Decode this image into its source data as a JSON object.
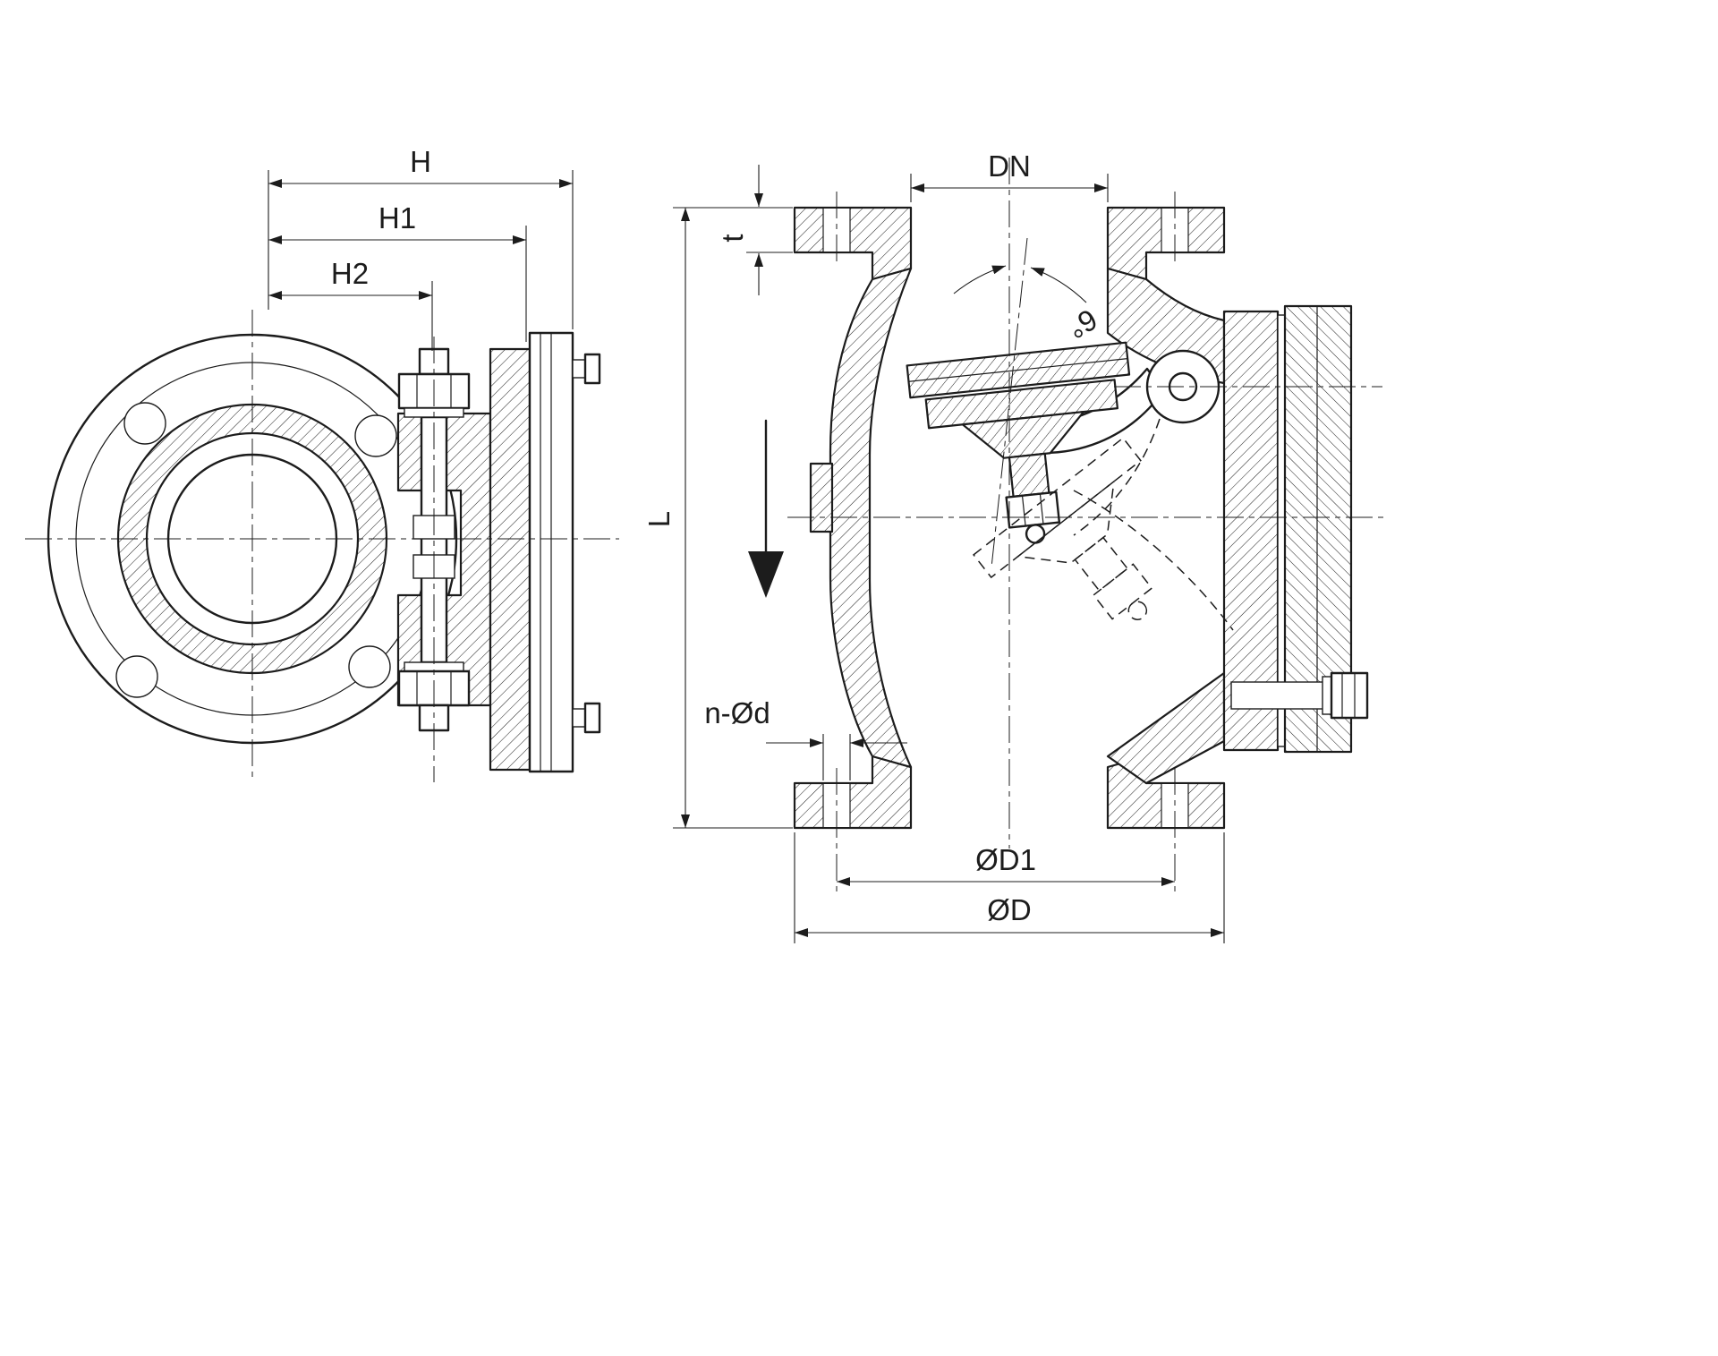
{
  "drawing": {
    "type": "technical-section-drawing",
    "colors": {
      "line": "#1c1c1c",
      "background": "#ffffff"
    },
    "dimensions": {
      "h": "H",
      "h1": "H1",
      "h2": "H2",
      "dn": "DN",
      "t": "t",
      "l": "L",
      "angle": "6°",
      "bolt_holes": "n-Ød",
      "d1": "ØD1",
      "d": "ØD"
    }
  }
}
